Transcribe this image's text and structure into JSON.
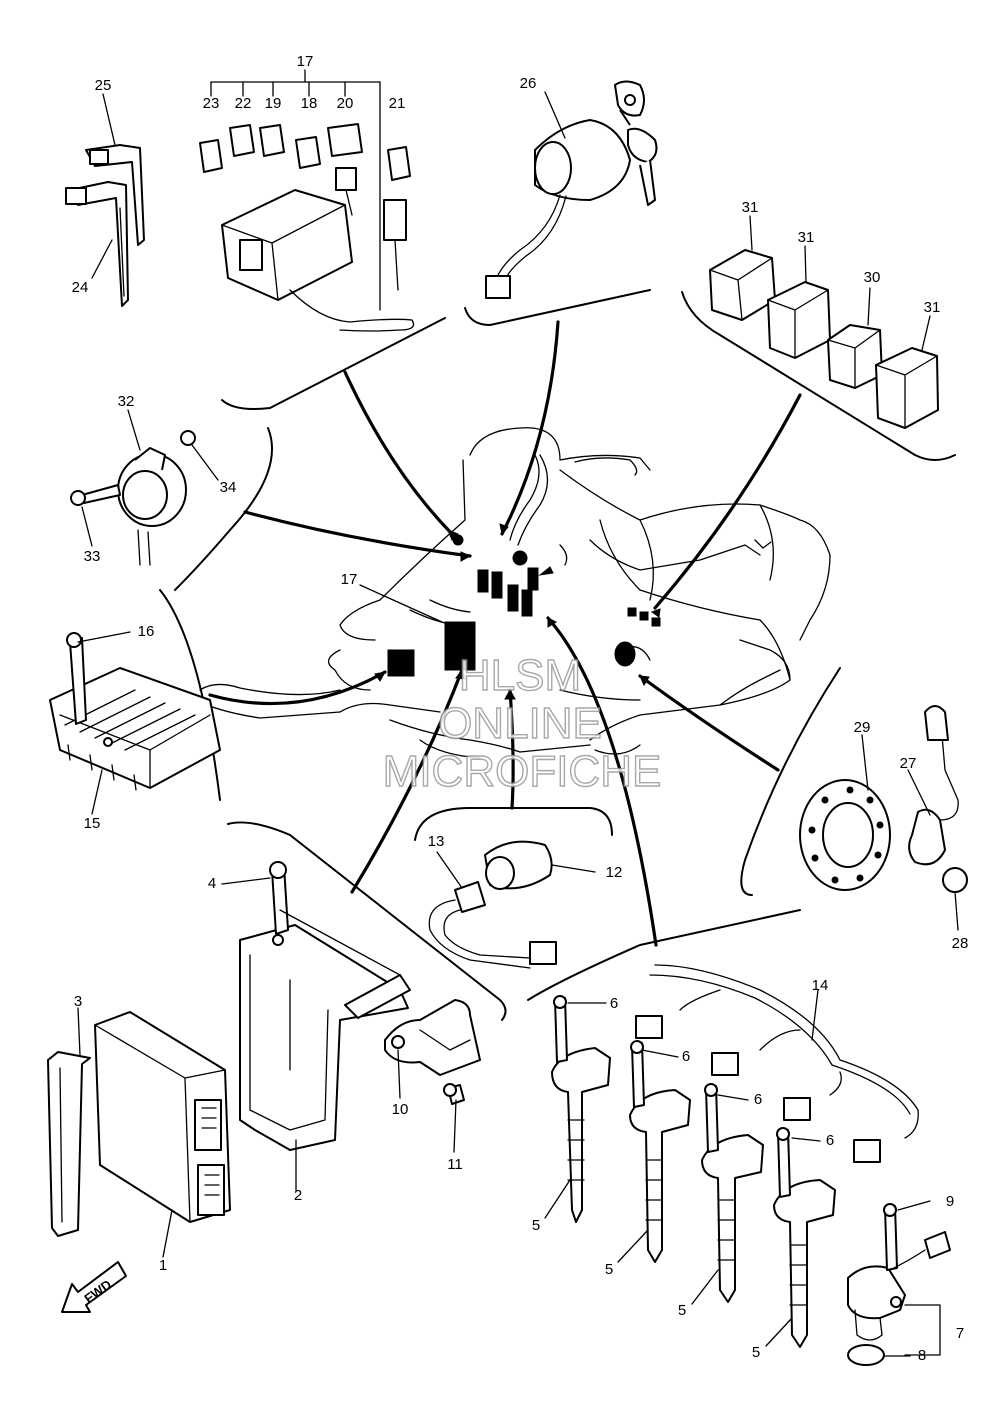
{
  "labels": {
    "l1": "1",
    "l2": "2",
    "l3": "3",
    "l4": "4",
    "l5a": "5",
    "l5b": "5",
    "l5c": "5",
    "l5d": "5",
    "l6a": "6",
    "l6b": "6",
    "l6c": "6",
    "l6d": "6",
    "l7": "7",
    "l8": "8",
    "l9": "9",
    "l10": "10",
    "l11": "11",
    "l12": "12",
    "l13": "13",
    "l14": "14",
    "l15": "15",
    "l16": "16",
    "l17a": "17",
    "l17b": "17",
    "l18": "18",
    "l19": "19",
    "l20": "20",
    "l21": "21",
    "l22": "22",
    "l23": "23",
    "l24": "24",
    "l25": "25",
    "l26": "26",
    "l27": "27",
    "l28": "28",
    "l29": "29",
    "l30": "30",
    "l31a": "31",
    "l31b": "31",
    "l31c": "31",
    "l32": "32",
    "l33": "33",
    "l34": "34"
  },
  "watermark": {
    "line1": "HLSM",
    "line2": "ONLINE",
    "line3": "MICROFICHE"
  },
  "fwd_label": "FWD"
}
